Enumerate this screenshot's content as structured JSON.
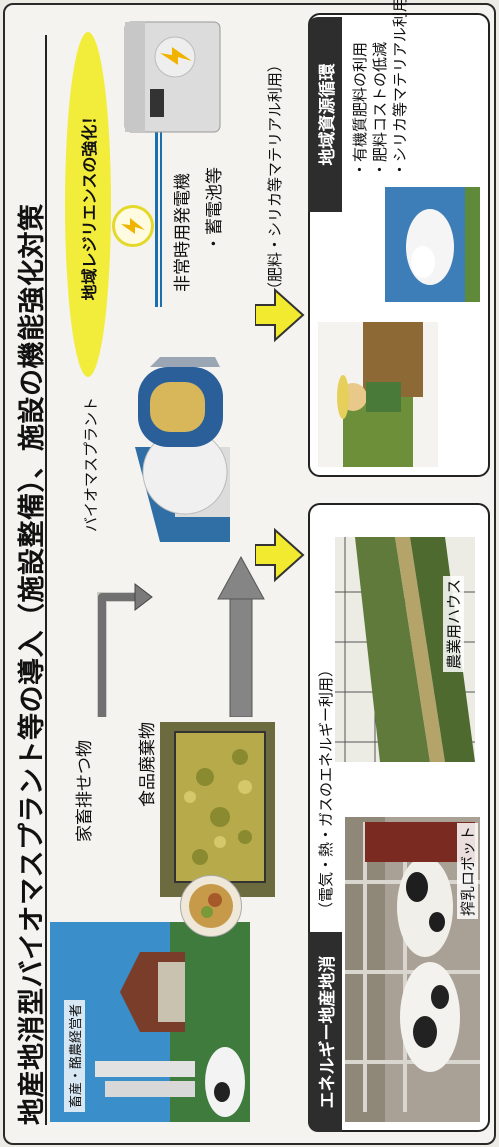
{
  "title": "地産地消型バイオマスプラント等の導入（施設整備）、施設の機能強化対策",
  "energy_box": {
    "header": "エネルギー地産地消",
    "subtitle": "（電気・熱・ガスのエネルギー利用）",
    "photo_labels": {
      "milking": "搾乳ロボット",
      "greenhouse": "農業用ハウス"
    }
  },
  "inputs": {
    "farmer_label": "畜産・酪農経営者",
    "manure": "家畜排せつ物",
    "food_waste": "食品廃棄物"
  },
  "plant": {
    "label": "バイオマスプラント",
    "resilience": "地域レジリエンスの強化！",
    "backup": [
      "非常時用発電機",
      "・蓄電池等"
    ]
  },
  "resource_box": {
    "subtitle": "（肥料・シリカ等マテリアル利用）",
    "header": "地域資源循環",
    "bullets": [
      "・有機質肥料の利用",
      "・肥料コストの低減",
      "・シリカ等マテリアル利用"
    ]
  },
  "colors": {
    "accent_yellow": "#f2ec3a",
    "arrow_yellow": "#f2ea2e",
    "arrow_gray": "#7a7a7a",
    "dark_bar": "#2d2d2d",
    "line_blue": "#1b6fae"
  }
}
